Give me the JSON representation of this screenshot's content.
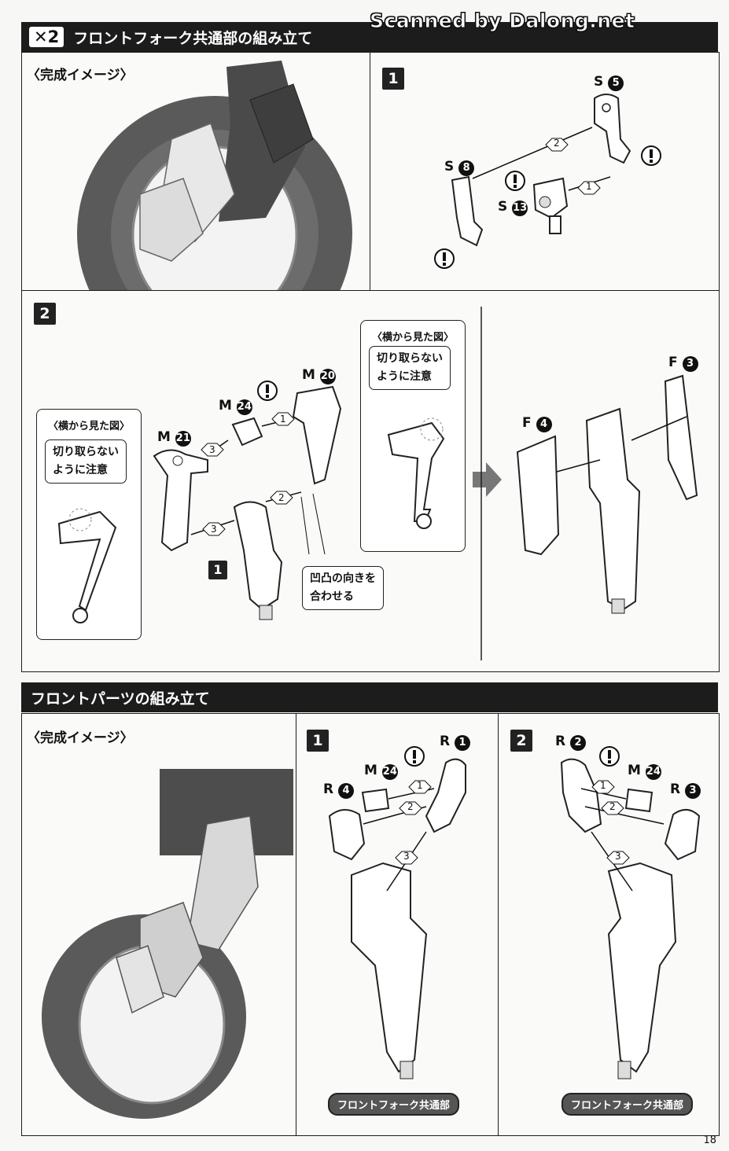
{
  "watermark": "Scanned by Dalong.net",
  "section1": {
    "multiplier": "✕2",
    "title": "フロントフォーク共通部の組み立て",
    "completed_label": "〈完成イメージ〉",
    "step1": {
      "number": "1",
      "parts": {
        "s5": "S",
        "s5_num": "5",
        "s8": "S",
        "s8_num": "8",
        "s13": "S",
        "s13_num": "13"
      },
      "order": [
        "1",
        "2"
      ]
    },
    "step2": {
      "number": "2",
      "side_view_title": "〈横から見た図〉",
      "note_cut": "切り取らない\nように注意",
      "note_align": "凹凸の向きを\n合わせる",
      "ref_step": "1",
      "parts": {
        "m21": "M",
        "m21_num": "21",
        "m24": "M",
        "m24_num": "24",
        "m20": "M",
        "m20_num": "20",
        "f4": "F",
        "f4_num": "4",
        "f3": "F",
        "f3_num": "3"
      },
      "order": [
        "1",
        "2",
        "3",
        "3"
      ]
    }
  },
  "section2": {
    "title": "フロントパーツの組み立て",
    "completed_label": "〈完成イメージ〉",
    "step1": {
      "number": "1",
      "parts": {
        "r1": "R",
        "r1_num": "1",
        "m24": "M",
        "m24_num": "24",
        "r4": "R",
        "r4_num": "4"
      },
      "order": [
        "1",
        "2",
        "3"
      ],
      "result": "フロントフォーク共通部"
    },
    "step2": {
      "number": "2",
      "parts": {
        "r2": "R",
        "r2_num": "2",
        "m24": "M",
        "m24_num": "24",
        "r3": "R",
        "r3_num": "3"
      },
      "order": [
        "1",
        "2",
        "3"
      ],
      "result": "フロントフォーク共通部"
    }
  },
  "page_number": "18",
  "colors": {
    "dark": "#1c1c1c",
    "tire": "#555555",
    "part_fill": "#ffffff",
    "pill": "#555555"
  }
}
